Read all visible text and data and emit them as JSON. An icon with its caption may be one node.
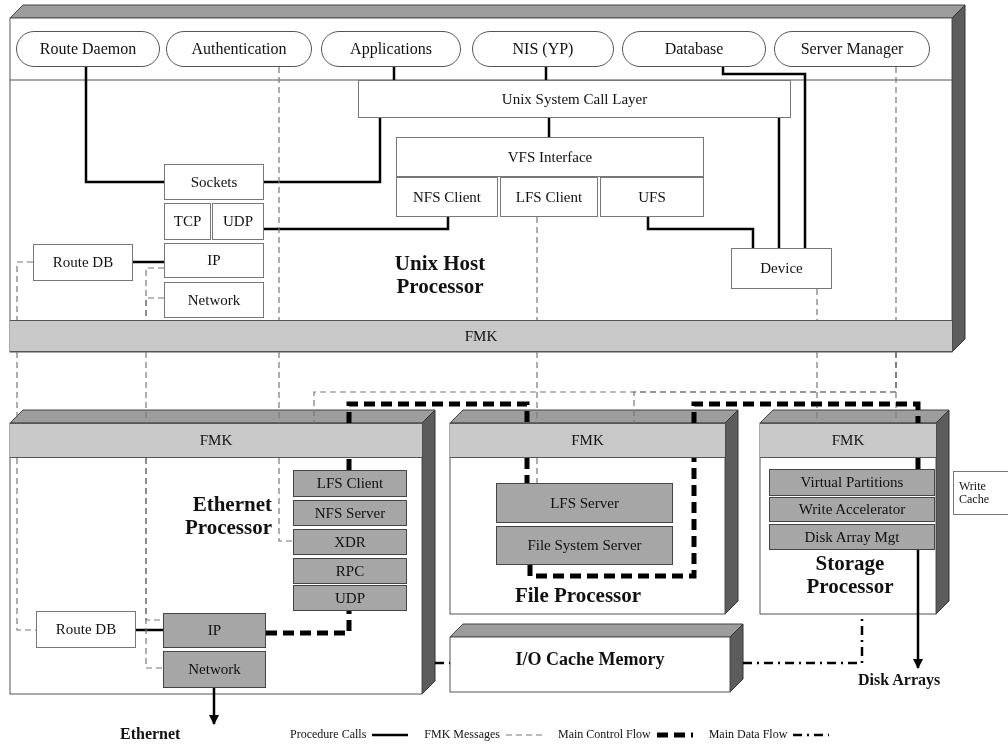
{
  "diagram": {
    "nodes": [
      {
        "text": [
          "Unix Host Processor"
        ]
      },
      {
        "text": [
          "Route Daemon"
        ],
        "in": 0
      },
      {
        "text": [
          "Authentication"
        ],
        "in": 0
      },
      {
        "text": [
          "Applications"
        ],
        "in": 0
      },
      {
        "text": [
          "NIS (YP)"
        ],
        "in": 0
      },
      {
        "text": [
          "Database"
        ],
        "in": 0
      },
      {
        "text": [
          "Server Manager"
        ],
        "in": 0
      },
      {
        "text": [
          "Unix System Call Layer"
        ],
        "in": 0
      },
      {
        "text": [
          "VFS Interface"
        ],
        "in": 0
      },
      {
        "text": [
          "NFS Client"
        ],
        "in": 0
      },
      {
        "text": [
          "LFS Client"
        ],
        "in": 0
      },
      {
        "text": [
          "UFS"
        ],
        "in": 0
      },
      {
        "text": [
          "Sockets"
        ],
        "in": 0
      },
      {
        "text": [
          "TCP"
        ],
        "in": 0
      },
      {
        "text": [
          "UDP"
        ],
        "in": 0
      },
      {
        "text": [
          "Route DB"
        ],
        "in": 0
      },
      {
        "text": [
          "IP"
        ],
        "in": 0
      },
      {
        "text": [
          "Network"
        ],
        "in": 0
      },
      {
        "text": [
          "Device"
        ],
        "in": 0
      },
      {
        "text": [
          "FMK"
        ],
        "in": 0
      },
      {
        "text": [
          "Ethernet Processor"
        ]
      },
      {
        "text": [
          "FMK"
        ],
        "in": 20
      },
      {
        "text": [
          "LFS Client"
        ],
        "in": 20
      },
      {
        "text": [
          "NFS Server"
        ],
        "in": 20
      },
      {
        "text": [
          "XDR"
        ],
        "in": 20
      },
      {
        "text": [
          "RPC"
        ],
        "in": 20
      },
      {
        "text": [
          "UDP"
        ],
        "in": 20
      },
      {
        "text": [
          "Route DB"
        ],
        "in": 20
      },
      {
        "text": [
          "IP"
        ],
        "in": 20
      },
      {
        "text": [
          "Network"
        ],
        "in": 20
      },
      {
        "text": [
          "File Processor"
        ]
      },
      {
        "text": [
          "FMK"
        ],
        "in": 30
      },
      {
        "text": [
          "LFS Server"
        ],
        "in": 30
      },
      {
        "text": [
          "File System Server"
        ],
        "in": 30
      },
      {
        "text": [
          "Storage Processor"
        ]
      },
      {
        "text": [
          "FMK"
        ],
        "in": 34
      },
      {
        "text": [
          "Virtual Partitions"
        ],
        "in": 34
      },
      {
        "text": [
          "Write Accelerator"
        ],
        "in": 34
      },
      {
        "text": [
          "Disk Array Mgt"
        ],
        "in": 34
      },
      {
        "text": [
          "Write Cache"
        ]
      },
      {
        "text": [
          "I/O Cache Memory"
        ]
      },
      {
        "text": [
          "Ethernet"
        ]
      },
      {
        "text": [
          "Disk Arrays"
        ]
      }
    ],
    "edges": [
      {
        "from": 1,
        "to": 12,
        "arrow": "none"
      },
      {
        "from": 3,
        "to": 7,
        "arrow": "none"
      },
      {
        "from": 4,
        "to": 7,
        "arrow": "none"
      },
      {
        "from": 7,
        "to": 12,
        "arrow": "none"
      },
      {
        "from": 7,
        "to": 8,
        "arrow": "none"
      },
      {
        "from": 14,
        "to": 9,
        "arrow": "none"
      },
      {
        "from": 11,
        "to": 18,
        "arrow": "none"
      },
      {
        "from": 5,
        "to": 18,
        "arrow": "none"
      },
      {
        "from": 7,
        "to": 18,
        "arrow": "none"
      },
      {
        "from": 15,
        "to": 16,
        "arrow": "none"
      },
      {
        "from": 27,
        "to": 28,
        "arrow": "none"
      },
      {
        "from": 29,
        "to": 41,
        "arrow": "to"
      },
      {
        "from": 38,
        "to": 42,
        "arrow": "to"
      },
      {
        "from": 2,
        "to": 19,
        "arrow": "none",
        "style": "dashed",
        "color": "#777777"
      },
      {
        "from": 19,
        "to": 21,
        "arrow": "none",
        "style": "dashed",
        "color": "#777777"
      },
      {
        "from": 21,
        "to": 24,
        "arrow": "none",
        "style": "dashed",
        "color": "#777777"
      },
      {
        "from": 15,
        "to": 19,
        "arrow": "none",
        "style": "dashed",
        "color": "#777777"
      },
      {
        "from": 19,
        "to": 21,
        "arrow": "none",
        "style": "dashed",
        "color": "#777777"
      },
      {
        "from": 21,
        "to": 27,
        "arrow": "none",
        "style": "dashed",
        "color": "#777777"
      },
      {
        "from": 16,
        "to": 19,
        "arrow": "none",
        "style": "dashed",
        "color": "#777777"
      },
      {
        "from": 17,
        "to": 19,
        "arrow": "none",
        "style": "dashed",
        "color": "#777777"
      },
      {
        "from": 19,
        "to": 21,
        "arrow": "none",
        "style": "dashed",
        "color": "#777777"
      },
      {
        "from": 21,
        "to": 28,
        "arrow": "none",
        "style": "dashed",
        "color": "#777777"
      },
      {
        "from": 21,
        "to": 29,
        "arrow": "none",
        "style": "dashed",
        "color": "#777777"
      },
      {
        "from": 10,
        "to": 19,
        "arrow": "none",
        "style": "dashed",
        "color": "#777777"
      },
      {
        "from": 19,
        "to": 31,
        "arrow": "none",
        "style": "dashed",
        "color": "#777777"
      },
      {
        "from": 31,
        "to": 32,
        "arrow": "none",
        "style": "dashed",
        "color": "#777777"
      },
      {
        "from": 6,
        "to": 19,
        "arrow": "none",
        "style": "dashed",
        "color": "#777777"
      },
      {
        "from": 19,
        "to": 21,
        "arrow": "none",
        "style": "dashed",
        "color": "#777777"
      },
      {
        "from": 19,
        "to": 31,
        "arrow": "none",
        "style": "dashed",
        "color": "#777777"
      },
      {
        "from": 19,
        "to": 35,
        "arrow": "none",
        "style": "dashed",
        "color": "#777777"
      },
      {
        "from": 18,
        "to": 19,
        "arrow": "none",
        "style": "dashed",
        "color": "#777777"
      },
      {
        "from": 19,
        "to": 35,
        "arrow": "none",
        "style": "dashed",
        "color": "#777777"
      },
      {
        "from": 28,
        "to": 26,
        "arrow": "none",
        "style": "dashed"
      },
      {
        "from": 22,
        "to": 21,
        "arrow": "none",
        "style": "dashed"
      },
      {
        "from": 21,
        "to": 31,
        "arrow": "none",
        "style": "dashed"
      },
      {
        "from": 31,
        "to": 32,
        "arrow": "none",
        "style": "dashed"
      },
      {
        "from": 33,
        "to": 31,
        "arrow": "none",
        "style": "dashed"
      },
      {
        "from": 31,
        "to": 35,
        "arrow": "none",
        "style": "dashed"
      },
      {
        "from": 35,
        "to": 36,
        "arrow": "none",
        "style": "dashed"
      },
      {
        "from": 20,
        "to": 40,
        "arrow": "none",
        "style": "dashed"
      },
      {
        "from": 40,
        "to": 34,
        "arrow": "none",
        "style": "dashed"
      }
    ],
    "legend": [
      {
        "text": "Procedure Calls"
      },
      {
        "text": "FMK Messages"
      },
      {
        "text": "Main Control Flow"
      },
      {
        "text": "Main Data Flow"
      }
    ]
  }
}
